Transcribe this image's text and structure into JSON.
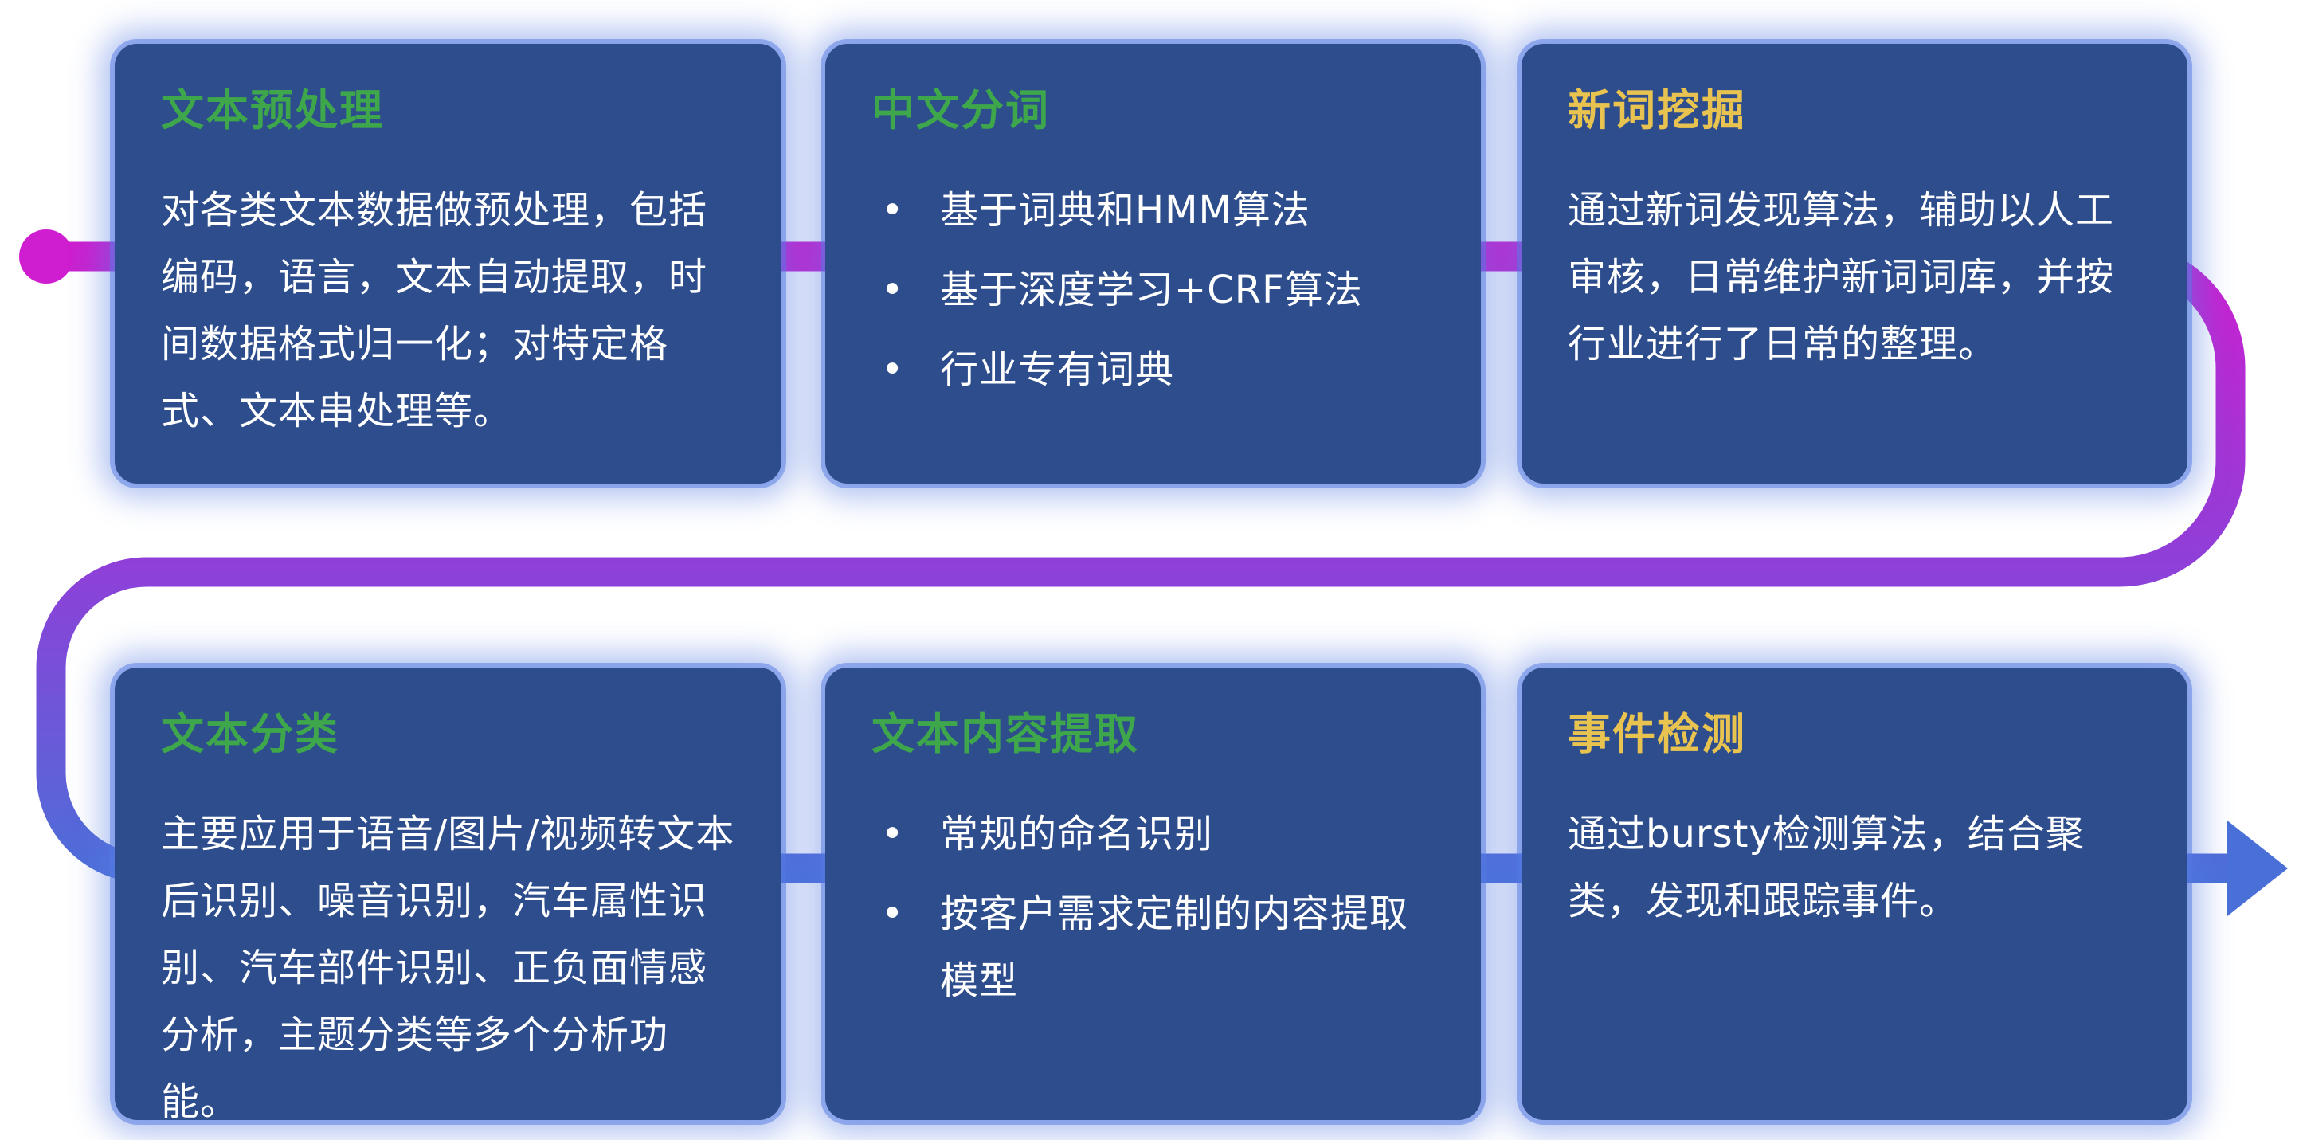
{
  "colors": {
    "background": "#ffffff",
    "card_background": "#2e4d8c",
    "card_glow": "#547ae2",
    "title_green": "#3ea64b",
    "title_yellow": "#e9c34f",
    "body_text": "#ffffff",
    "flow_start": "#cf1ecf",
    "flow_mid": "#8f3fd8",
    "flow_end": "#4a70d8"
  },
  "flow": {
    "start_icon": "circle-dot-icon",
    "end_icon": "arrow-right-icon"
  },
  "cards": [
    {
      "title": "文本预处理",
      "title_color": "green",
      "body": "对各类文本数据做预处理，包括编码，语言，文本自动提取，时间数据格式归一化；对特定格式、文本串处理等。"
    },
    {
      "title": "中文分词",
      "title_color": "green",
      "bullets": [
        "基于词典和HMM算法",
        "基于深度学习+CRF算法",
        "行业专有词典"
      ]
    },
    {
      "title": "新词挖掘",
      "title_color": "yellow",
      "body": "通过新词发现算法，辅助以人工审核，日常维护新词词库，并按行业进行了日常的整理。"
    },
    {
      "title": "文本分类",
      "title_color": "green",
      "body": "主要应用于语音/图片/视频转文本后识别、噪音识别，汽车属性识别、汽车部件识别、正负面情感分析，主题分类等多个分析功能。"
    },
    {
      "title": "文本内容提取",
      "title_color": "green",
      "bullets": [
        "常规的命名识别",
        "按客户需求定制的内容提取模型"
      ]
    },
    {
      "title": "事件检测",
      "title_color": "yellow",
      "body": "通过bursty检测算法，结合聚类，发现和跟踪事件。"
    }
  ]
}
